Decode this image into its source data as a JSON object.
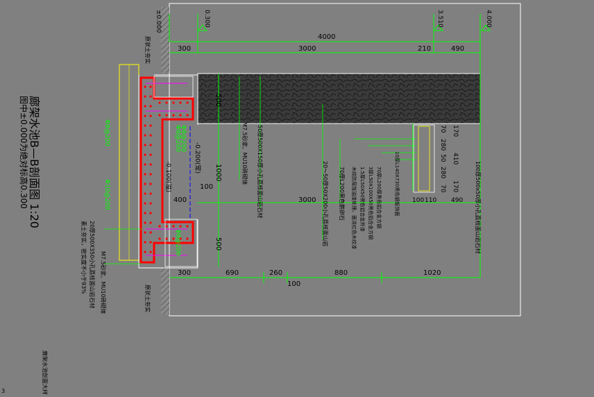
{
  "drawing": {
    "title": "廊架水池B—B剖面图 1:20",
    "subtitle": "图中±0.000为绝对标高0.300",
    "bottom_note": "廊架水池剖面大样",
    "corner_mark": "3"
  },
  "colors": {
    "background": "#808080",
    "frame": "#ffffff",
    "dimension": "#00ff00",
    "concrete": "#ff0000",
    "rebar": "#ff00ff",
    "wall_outline": "#ffff00",
    "text": "#000000",
    "level_mark": "#00ff00",
    "centerline": "#0000ff"
  },
  "levels": [
    {
      "id": "lv-neg",
      "value": "±0.000"
    },
    {
      "id": "lv-300",
      "value": "0.300"
    },
    {
      "id": "lv-3510",
      "value": "3.510"
    },
    {
      "id": "lv-4000",
      "value": "4.000"
    }
  ],
  "dims_top_total": "4000",
  "dims_top": [
    "300",
    "3000",
    "210",
    "490"
  ],
  "dims_bottom": [
    "300",
    "690",
    "260",
    "880",
    "1020"
  ],
  "dims_bottom_sub": "100",
  "dims_vertical": [
    "500",
    "1000",
    "500"
  ],
  "dims_inner": {
    "d1": "3000",
    "d2": "400",
    "d3": "100"
  },
  "dims_right": [
    "70",
    "280",
    "50",
    "280",
    "70"
  ],
  "dims_right2": [
    "170",
    "410",
    "170"
  ],
  "dims_right_bottom": [
    "100",
    "110",
    "490"
  ],
  "water_levels": [
    "-0.200(常)",
    "-0.100(溢)"
  ],
  "rebar_labels": [
    "Φ8@200",
    "Φ10@200",
    "Φ8@200",
    "Φ8@200",
    "Φ8@200"
  ],
  "ground_labels": [
    "原状土夯实",
    "原状土夯实"
  ],
  "notes": {
    "n1": "M7.5砂浆、MU10砖砌体",
    "n2": "50厚500X150厚小孔荔枝面山岩石材",
    "n3": "20～50厚50X200小孔荔枝面山岩",
    "n4": "70厚L200黑色鹅卵石",
    "n5": "木纹防腐蚀油漆处理、面涂红色木纹漆",
    "n6": "1.5厚L50X50黑色铝合金外漆",
    "n7": "3厚L50X100X50黑色铝合金方钢",
    "n8": "70厚L200厚黑色铝合金方钢",
    "n9": "10厚L140X730黑色钢板饰面",
    "n10": "100厚500x50厚小孔荔枝面山岩石材",
    "n11": "M7.5砂浆、MU10砖砌体",
    "n12": "20厚500X350小孔荔枝面山岩石材",
    "n13": "素土夯实，密实度不小于93%"
  }
}
